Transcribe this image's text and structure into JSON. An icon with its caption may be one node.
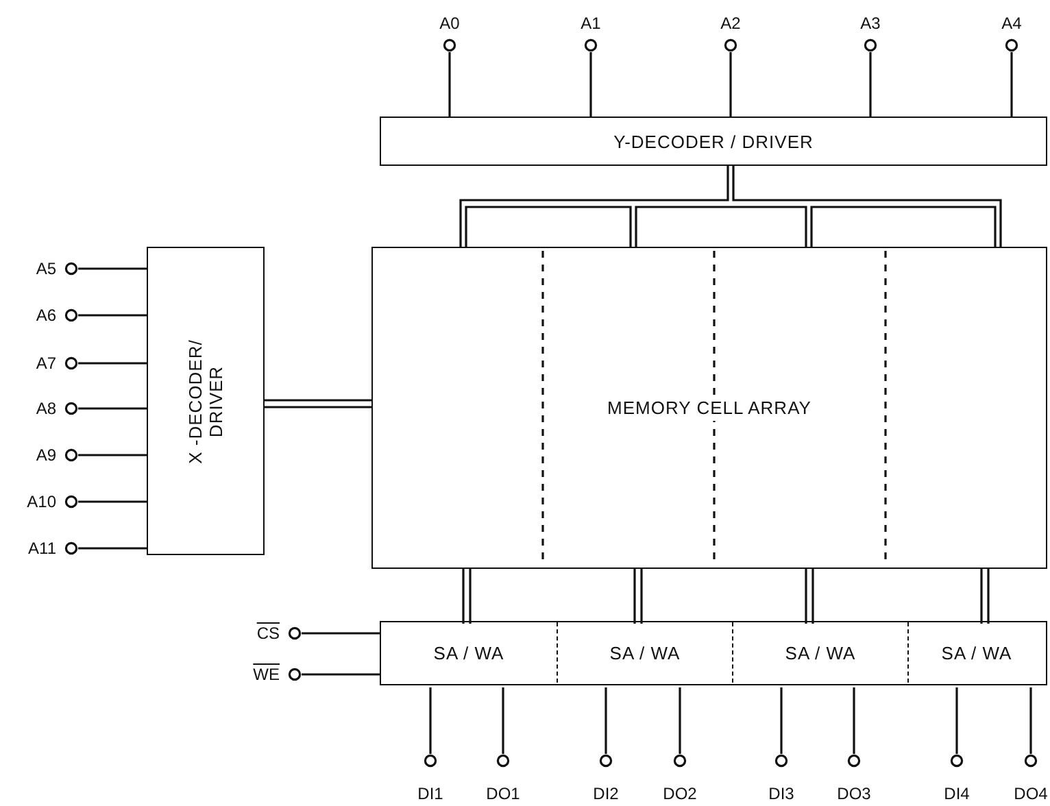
{
  "diagram": {
    "nodes": [
      {
        "text": [
          "Y-DECODER / DRIVER"
        ]
      },
      {
        "text": [
          "X -DECODER/ DRIVER"
        ]
      },
      {
        "text": [
          "MEMORY CELL ARRAY"
        ]
      },
      {
        "text": [],
        "shape": "box"
      },
      {
        "text": [
          "SA / WA"
        ],
        "in": 3
      },
      {
        "text": [
          "SA / WA"
        ],
        "in": 3
      },
      {
        "text": [
          "SA / WA"
        ],
        "in": 3
      },
      {
        "text": [
          "SA / WA"
        ],
        "in": 3
      },
      {
        "text": [
          "A0"
        ]
      },
      {
        "text": [
          "A1"
        ]
      },
      {
        "text": [
          "A2"
        ]
      },
      {
        "text": [
          "A3"
        ]
      },
      {
        "text": [
          "A4"
        ]
      },
      {
        "text": [
          "A5"
        ]
      },
      {
        "text": [
          "A6"
        ]
      },
      {
        "text": [
          "A7"
        ]
      },
      {
        "text": [
          "A8"
        ]
      },
      {
        "text": [
          "A9"
        ]
      },
      {
        "text": [
          "A10"
        ]
      },
      {
        "text": [
          "A11"
        ]
      },
      {
        "text": [
          "CS"
        ]
      },
      {
        "text": [
          "WE"
        ]
      },
      {
        "text": [
          "DI1"
        ]
      },
      {
        "text": [
          "DO1"
        ]
      },
      {
        "text": [
          "DI2"
        ]
      },
      {
        "text": [
          "DO2"
        ]
      },
      {
        "text": [
          "DI3"
        ]
      },
      {
        "text": [
          "DO3"
        ]
      },
      {
        "text": [
          "DI4"
        ]
      },
      {
        "text": [
          "DO4"
        ]
      }
    ],
    "edges": [
      {
        "from": 8,
        "to": 0,
        "arrow": "none"
      },
      {
        "from": 9,
        "to": 0,
        "arrow": "none"
      },
      {
        "from": 10,
        "to": 0,
        "arrow": "none"
      },
      {
        "from": 11,
        "to": 0,
        "arrow": "none"
      },
      {
        "from": 12,
        "to": 0,
        "arrow": "none"
      },
      {
        "from": 13,
        "to": 1,
        "arrow": "none"
      },
      {
        "from": 14,
        "to": 1,
        "arrow": "none"
      },
      {
        "from": 15,
        "to": 1,
        "arrow": "none"
      },
      {
        "from": 16,
        "to": 1,
        "arrow": "none"
      },
      {
        "from": 17,
        "to": 1,
        "arrow": "none"
      },
      {
        "from": 18,
        "to": 1,
        "arrow": "none"
      },
      {
        "from": 19,
        "to": 1,
        "arrow": "none"
      },
      {
        "from": 1,
        "to": 2,
        "arrow": "none"
      },
      {
        "from": 0,
        "to": 2,
        "arrow": "none"
      },
      {
        "from": 2,
        "to": 4,
        "arrow": "none"
      },
      {
        "from": 2,
        "to": 5,
        "arrow": "none"
      },
      {
        "from": 2,
        "to": 6,
        "arrow": "none"
      },
      {
        "from": 2,
        "to": 7,
        "arrow": "none"
      },
      {
        "from": 20,
        "to": 3,
        "arrow": "none"
      },
      {
        "from": 21,
        "to": 3,
        "arrow": "none"
      },
      {
        "from": 22,
        "to": 4,
        "arrow": "none"
      },
      {
        "from": 23,
        "to": 4,
        "arrow": "none"
      },
      {
        "from": 24,
        "to": 5,
        "arrow": "none"
      },
      {
        "from": 25,
        "to": 5,
        "arrow": "none"
      },
      {
        "from": 26,
        "to": 6,
        "arrow": "none"
      },
      {
        "from": 27,
        "to": 6,
        "arrow": "none"
      },
      {
        "from": 28,
        "to": 7,
        "arrow": "none"
      },
      {
        "from": 29,
        "to": 7,
        "arrow": "none"
      }
    ]
  }
}
